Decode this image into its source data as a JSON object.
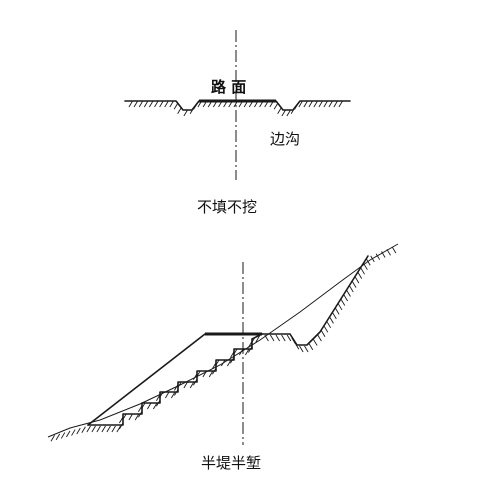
{
  "top_section": {
    "road_surface_label": "路 面",
    "side_ditch_label": "边沟",
    "caption": "不填不挖"
  },
  "bottom_section": {
    "caption": "半堤半堑"
  }
}
